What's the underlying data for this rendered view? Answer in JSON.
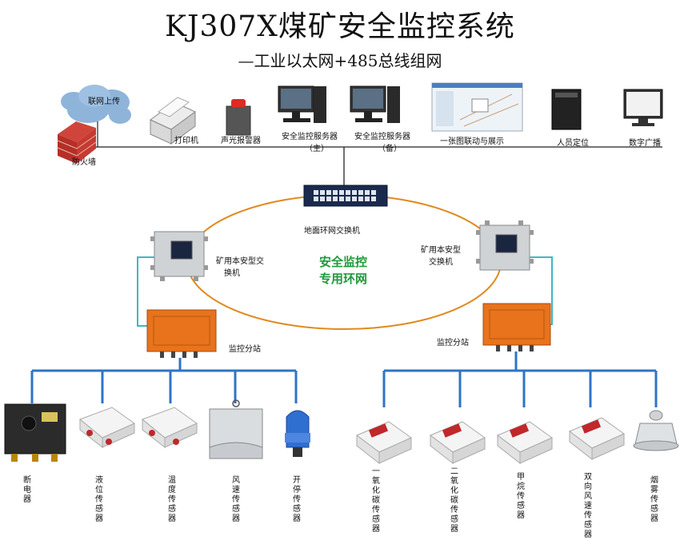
{
  "title": "KJ307X煤矿安全监控系统",
  "subtitle": "—工业以太网+485总线组网",
  "top_devices": {
    "cloud": "联网上传",
    "firewall": "防火墙",
    "printer": "打印机",
    "alarm": "声光报警器",
    "server_main": "安全监控服务器（主）",
    "server_main_l1": "安全监控服务器",
    "server_main_l2": "（主）",
    "server_backup_l1": "安全监控服务器",
    "server_backup_l2": "（备）",
    "display": "一张图联动与展示",
    "personnel": "人员定位",
    "broadcast": "数字广播"
  },
  "network": {
    "surface_switch": "地面环网交换机",
    "ring_l1": "安全监控",
    "ring_l2": "专用环网",
    "left_switch_l1": "矿用本安型交",
    "left_switch_l2": "换机",
    "right_switch_l1": "矿用本安型",
    "right_switch_l2": "交换机",
    "left_station": "监控分站",
    "right_station": "监控分站"
  },
  "sensors_left": [
    "断电器",
    "液位传感器",
    "温度传感器",
    "风速传感器",
    "开停传感器"
  ],
  "sensors_right": [
    "一氧化碳传感器",
    "二氧化碳传感器",
    "甲烷传感器",
    "双向风速传感器",
    "烟雾传感器"
  ],
  "colors": {
    "ring": "#e08a1e",
    "bus": "#2e74c4",
    "link": "#3fb6c9",
    "station": "#e8731c",
    "green_text": "#1f9a3b"
  }
}
